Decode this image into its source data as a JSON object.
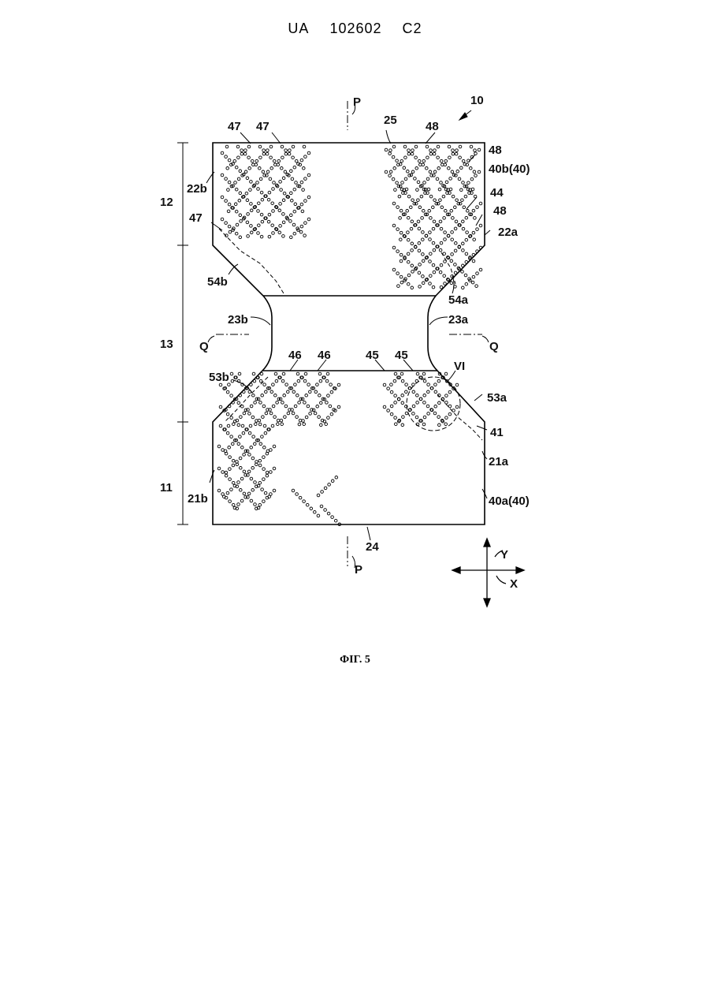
{
  "document": {
    "patent_office": "UA",
    "patent_number": "102602",
    "kind_code": "C2",
    "figure_caption": "ФІГ. 5"
  },
  "figure": {
    "reference_numerals": {
      "article": "10",
      "front_region": "12",
      "crotch_region": "13",
      "back_region": "11",
      "sheet_front": "40b(40)",
      "sheet_back": "40a(40)",
      "edge_top": "25",
      "edge_bottom": "24",
      "side_22a": "22a",
      "side_22b": "22b",
      "side_23a": "23a",
      "side_23b": "23b",
      "side_21a": "21a",
      "side_21b": "21b",
      "line_54a": "54a",
      "line_54b": "54b",
      "line_53a": "53a",
      "line_53b": "53b",
      "n44": "44",
      "n41": "41",
      "n45": "45",
      "n46": "46",
      "n47": "47",
      "n48": "48",
      "detail_vi": "VI",
      "axis_p": "P",
      "axis_q": "Q",
      "dir_x": "X",
      "dir_y": "Y"
    }
  }
}
